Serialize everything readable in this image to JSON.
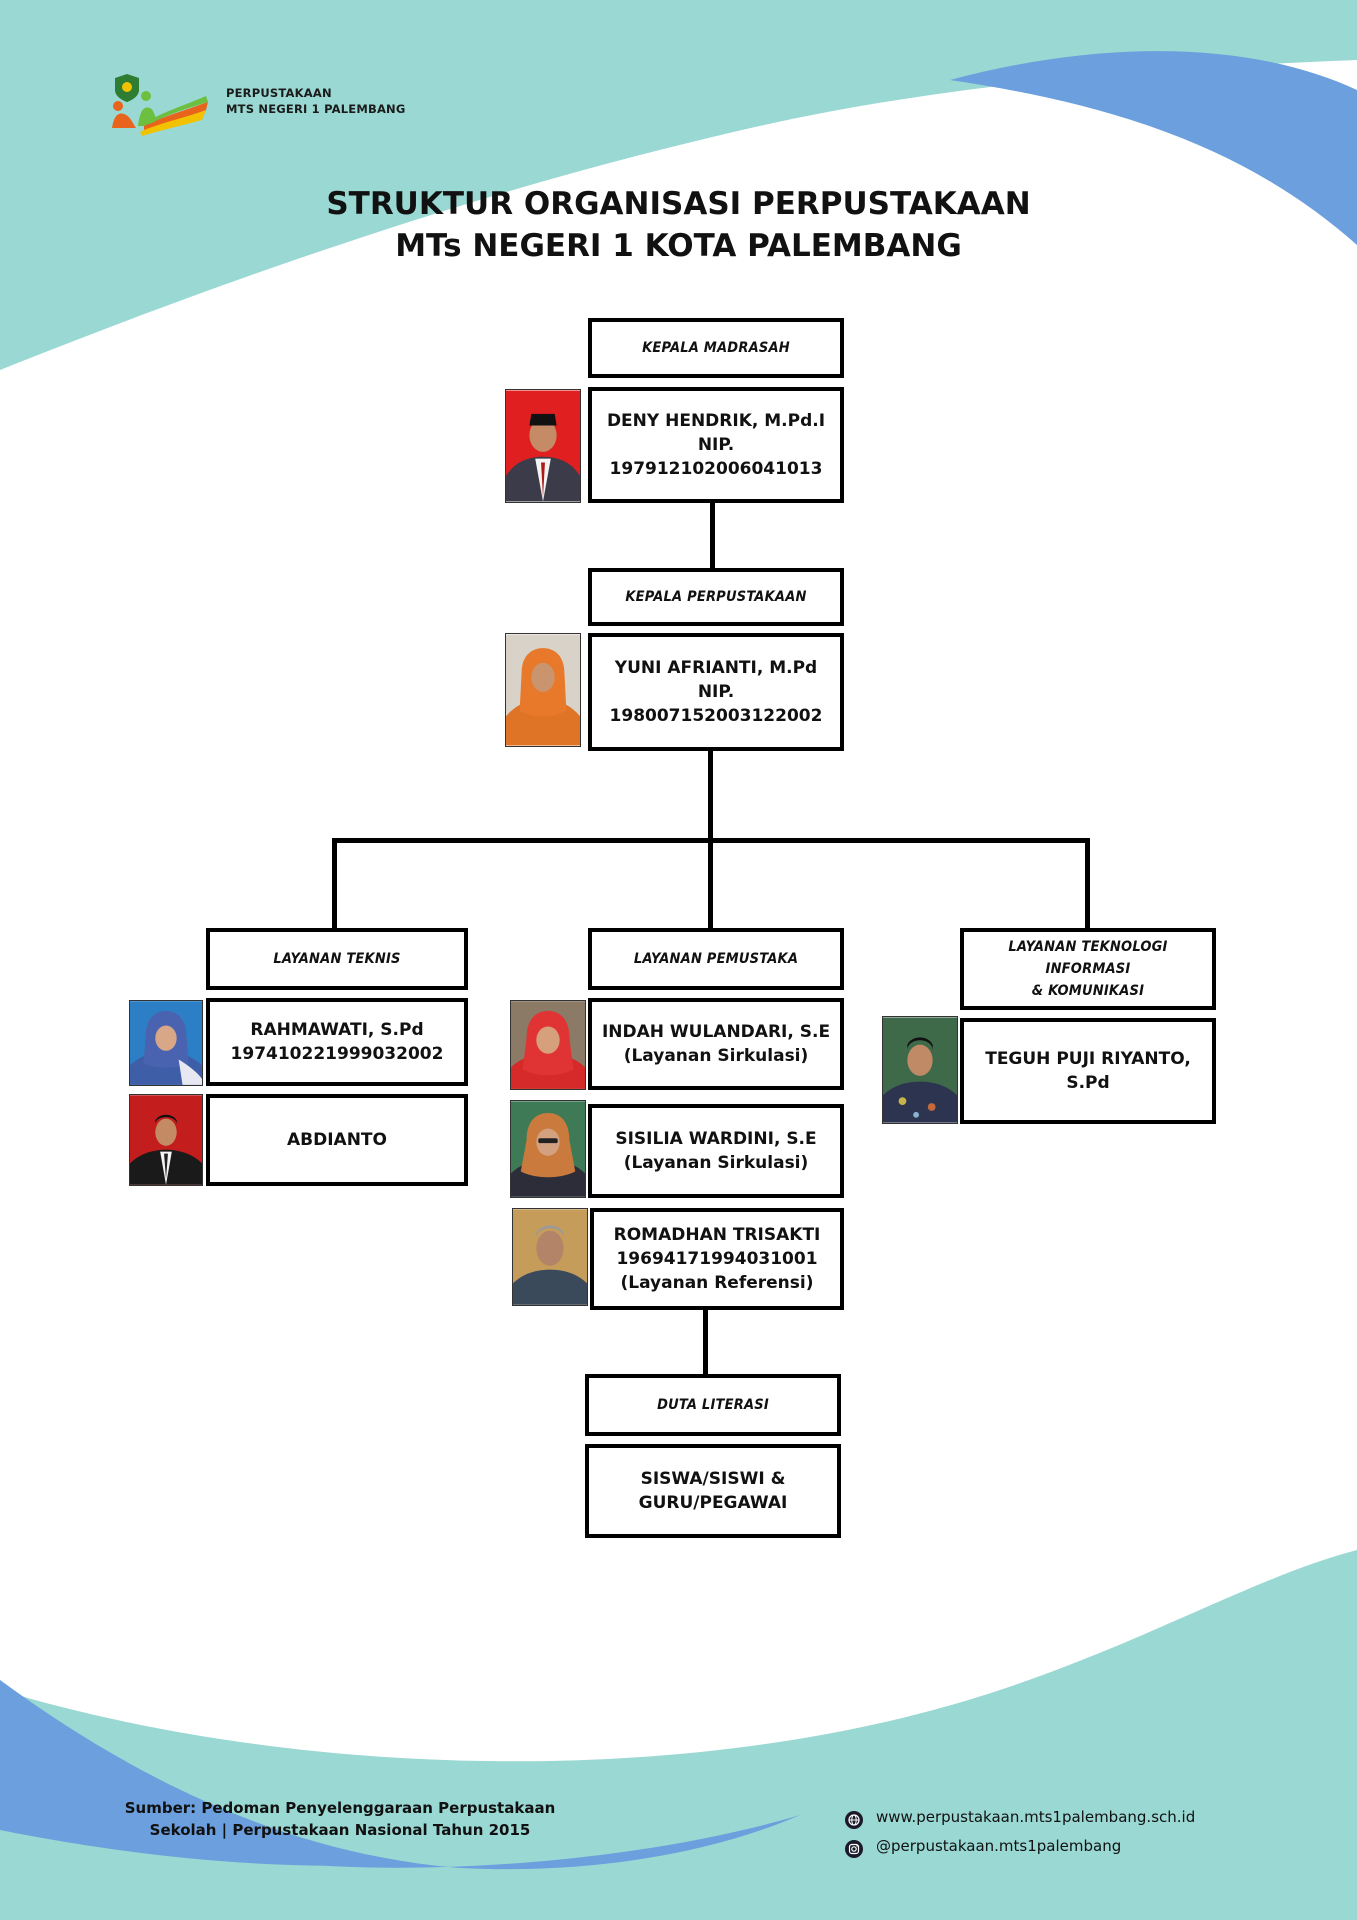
{
  "header": {
    "logo_line1": "PERPUSTAKAAN",
    "logo_line2": "MTS NEGERI 1 PALEMBANG"
  },
  "title": {
    "line1": "STRUKTUR ORGANISASI PERPUSTAKAAN",
    "line2": "MTs NEGERI 1 KOTA PALEMBANG"
  },
  "org": {
    "kepala_madrasah": {
      "label": "KEPALA MADRASAH",
      "name": "DENY HENDRIK, M.Pd.I",
      "nip": "NIP. 197912102006041013"
    },
    "kepala_perpustakaan": {
      "label": "KEPALA PERPUSTAKAAN",
      "name": "YUNI AFRIANTI, M.Pd",
      "nip": "NIP. 198007152003122002"
    },
    "layanan_teknis": {
      "label": "LAYANAN TEKNIS",
      "members": [
        {
          "name": "RAHMAWATI, S.Pd",
          "detail": "197410221999032002"
        },
        {
          "name": "ABDIANTO"
        }
      ]
    },
    "layanan_pemustaka": {
      "label": "LAYANAN PEMUSTAKA",
      "members": [
        {
          "name": "INDAH WULANDARI, S.E",
          "detail": "(Layanan Sirkulasi)"
        },
        {
          "name": "SISILIA WARDINI, S.E",
          "detail": "(Layanan Sirkulasi)"
        },
        {
          "name": "ROMADHAN TRISAKTI",
          "nip": "19694171994031001",
          "detail": "(Layanan Referensi)"
        }
      ]
    },
    "layanan_tik": {
      "label_line1": "LAYANAN TEKNOLOGI INFORMASI",
      "label_line2": "& KOMUNIKASI",
      "members": [
        {
          "name": "TEGUH PUJI RIYANTO, S.Pd"
        }
      ]
    },
    "duta_literasi": {
      "label": "DUTA LITERASI",
      "line1": "SISWA/SISWI &",
      "line2": "GURU/PEGAWAI"
    }
  },
  "footer": {
    "source_line1": "Sumber: Pedoman Penyelenggaraan Perpustakaan",
    "source_line2": "Sekolah | Perpustakaan Nasional Tahun 2015",
    "website": "www.perpustakaan.mts1palembang.sch.id",
    "instagram": "@perpustakaan.mts1palembang"
  },
  "colors": {
    "teal": "#9ad8d3",
    "blue": "#6b9fdd",
    "box_border": "#000000"
  }
}
